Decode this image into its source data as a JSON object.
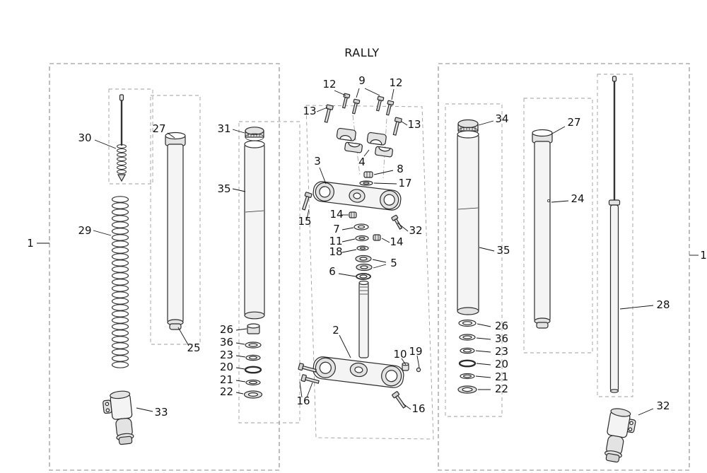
{
  "title": "RALLY",
  "callouts": {
    "frame_left": "1",
    "frame_right": "1",
    "bottom_triple_clamp": "2",
    "top_triple_clamp": "3",
    "handlebar_clamp": "4",
    "steering_bearings": "5",
    "bearing_seal": "6",
    "washer_7": "7",
    "steering_stem_nut": "8",
    "clamp_bolts_9": "9",
    "damper_rubber_10": "10",
    "ring_11": "11",
    "bolt_12_left": "12",
    "bolt_12_right": "12",
    "bolt_13_left": "13",
    "bolt_13_right": "13",
    "nut_14_upper": "14",
    "nut_14_lower": "14",
    "bolt_15": "15",
    "bolt_16_left": "16",
    "bolt_16_right": "16",
    "washer_17": "17",
    "ring_18": "18",
    "pin_19": "19",
    "bushing_20_left": "20",
    "bushing_20_right": "20",
    "ring_21_left": "21",
    "ring_21_right": "21",
    "dust_seal_22_left": "22",
    "dust_seal_22_right": "22",
    "clip_23_left": "23",
    "clip_23_right": "23",
    "inner_tube_24": "24",
    "tube_end_25": "25",
    "bushing_26_left": "26",
    "bushing_26_right": "26",
    "fork_tube_27_left": "27",
    "fork_tube_27_right": "27",
    "damper_assembly_28": "28",
    "fork_spring_29": "29",
    "damper_rod_30": "30",
    "top_cap_31": "31",
    "bolt_32_center": "32",
    "fork_bottom_32_right": "32",
    "fork_bottom_33_left": "33",
    "top_cap_34": "34",
    "outer_tube_35_left": "35",
    "outer_tube_35_right": "35",
    "ring_36_left": "36",
    "ring_36_right": "36"
  }
}
